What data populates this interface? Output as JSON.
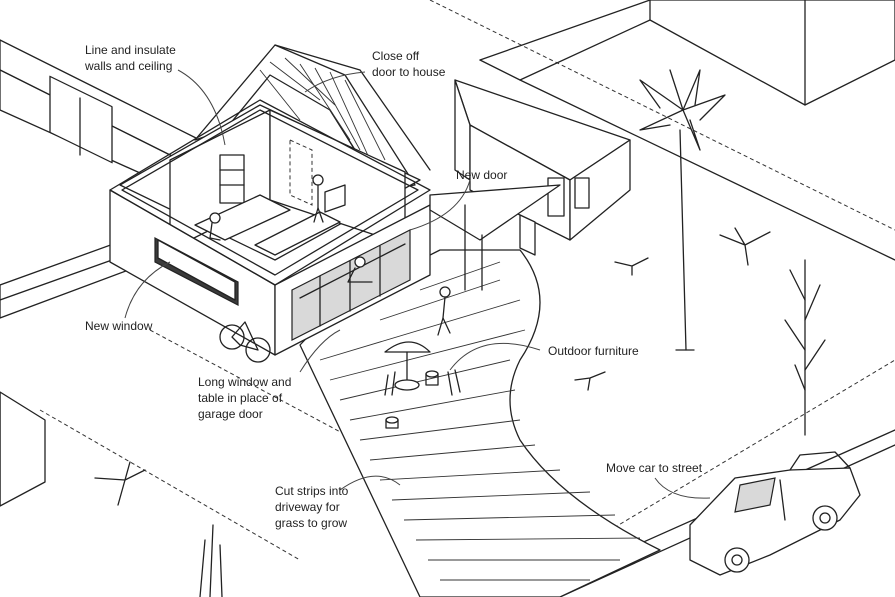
{
  "labels": {
    "line_insulate": "Line and insulate\nwalls and ceiling",
    "close_off": "Close off\ndoor to house",
    "new_door": "New door",
    "new_window": "New window",
    "outdoor_furniture": "Outdoor furniture",
    "long_window": "Long window and\ntable in place of\ngarage door",
    "cut_strips": "Cut strips into\ndriveway for\ngrass to grow",
    "move_car": "Move car to street"
  },
  "colors": {
    "line": "#222222",
    "background": "#ffffff",
    "glass": "#d9d9d9",
    "dark_glass": "#3a3a3a"
  }
}
